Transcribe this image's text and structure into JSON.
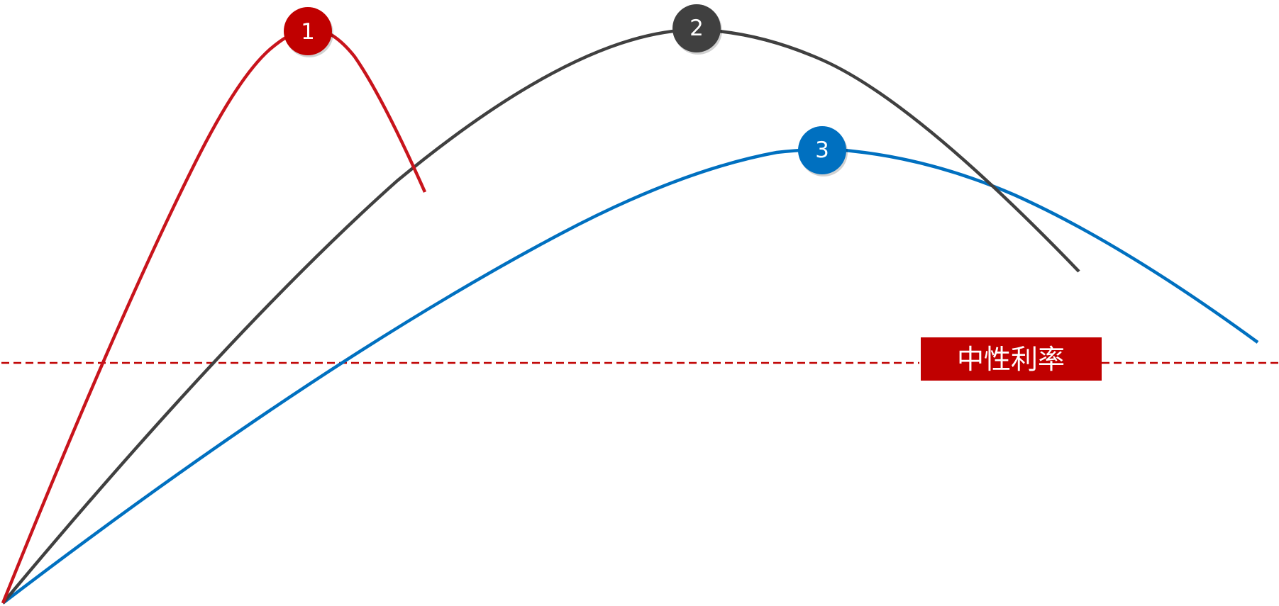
{
  "diagram": {
    "reference_line": {
      "label": "中性利率",
      "color": "#c00000",
      "label_text_color": "#ffffff",
      "style": "dashed"
    },
    "curves": [
      {
        "id": "1",
        "color": "#c8141c",
        "marker_label": "1",
        "marker_color": "#c00000"
      },
      {
        "id": "2",
        "color": "#404040",
        "marker_label": "2",
        "marker_color": "#404040"
      },
      {
        "id": "3",
        "color": "#0070c0",
        "marker_label": "3",
        "marker_color": "#0070c0"
      }
    ]
  }
}
